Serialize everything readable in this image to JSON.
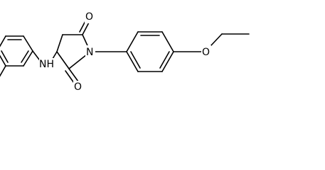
{
  "molecule": {
    "atoms": {
      "ring_nitrogen": "N",
      "carbonyl_oxygen_top": "O",
      "carbonyl_oxygen_bottom": "O",
      "ether_oxygen": "O",
      "amine": "NH"
    }
  }
}
